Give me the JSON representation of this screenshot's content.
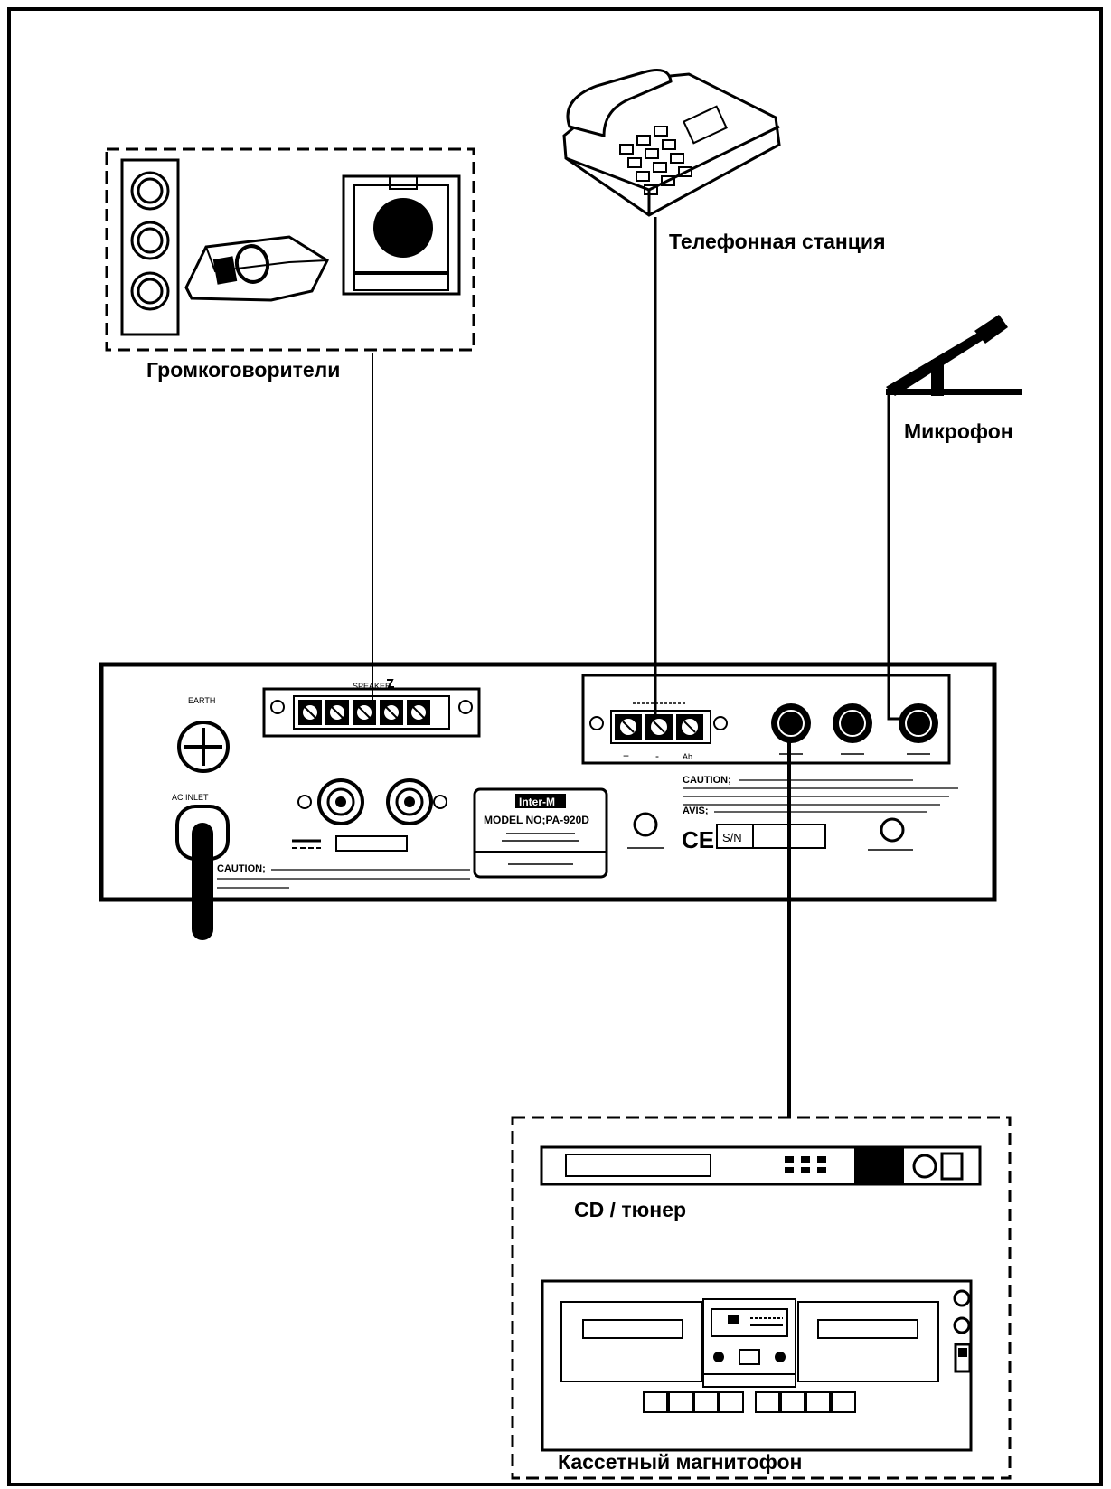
{
  "labels": {
    "speakers": "Громкоговорители",
    "telephone": "Телефонная станция",
    "microphone": "Микрофон",
    "cd_tuner": "CD / тюнер",
    "cassette": "Кассетный магнитофон"
  },
  "panel": {
    "brand": "Inter-M",
    "model": "MODEL NO;PA-920D",
    "caution_left": "CAUTION;",
    "caution_right": "CAUTION;",
    "avis": "AVIS;",
    "sn_label": "S/N",
    "ce_mark": "CE",
    "tel_terminals": [
      "+",
      "-",
      "Ab"
    ]
  }
}
